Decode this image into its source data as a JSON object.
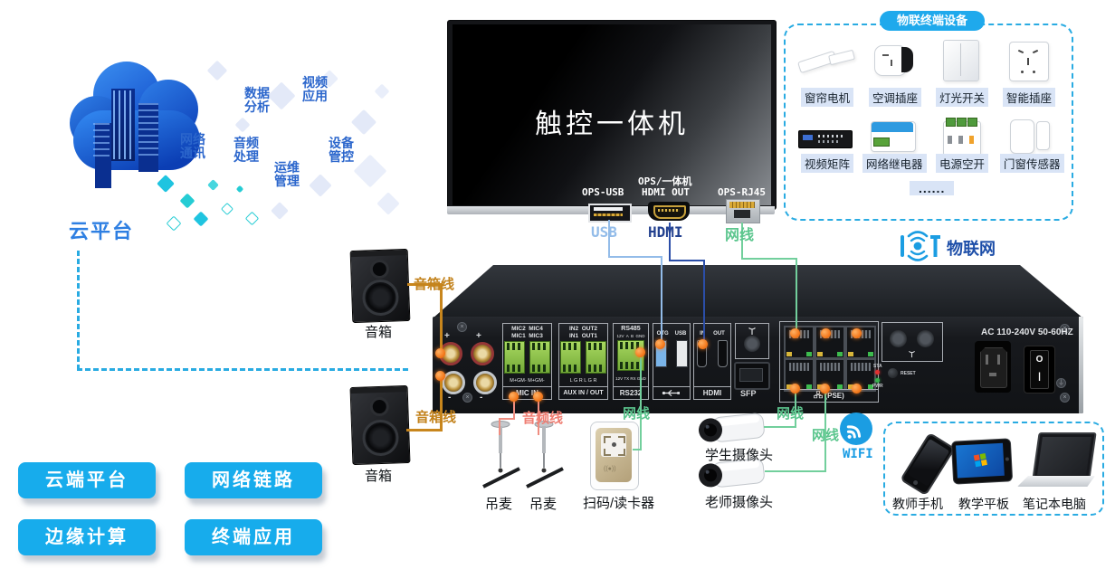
{
  "cloud": {
    "title": "云平台",
    "features": [
      {
        "l1": "数据",
        "l2": "分析"
      },
      {
        "l1": "视频",
        "l2": "应用"
      },
      {
        "l1": "网络",
        "l2": "通讯"
      },
      {
        "l1": "音频",
        "l2": "处理"
      },
      {
        "l1": "运维",
        "l2": "管理"
      },
      {
        "l1": "设备",
        "l2": "管控"
      }
    ]
  },
  "display": {
    "screen_title": "触控一体机",
    "ops_usb": "OPS-USB",
    "ops_hdmi_l1": "OPS/一体机",
    "ops_hdmi_l2": "HDMI OUT",
    "ops_rj45": "OPS-RJ45"
  },
  "cable_labels": {
    "usb": "USB",
    "hdmi": "HDMI",
    "net_display": "网线",
    "speaker_top": "音箱线",
    "speaker_bottom": "音箱线",
    "audio": "音频线",
    "net_scanner": "网线",
    "net_cam_student": "网线",
    "net_cam_teacher": "网线"
  },
  "iot_panel": {
    "title": "物联终端设备",
    "devices": [
      {
        "label": "窗帘电机"
      },
      {
        "label": "空调插座"
      },
      {
        "label": "灯光开关"
      },
      {
        "label": "智能插座"
      },
      {
        "label": "视频矩阵"
      },
      {
        "label": "网络继电器"
      },
      {
        "label": "电源空开"
      },
      {
        "label": "门窗传感器"
      }
    ],
    "more": "......"
  },
  "iot_tag": {
    "text": "物联网"
  },
  "hub": {
    "mic": {
      "row1": "MIC2  MIC4",
      "row2": "MIC1  MIC3",
      "sub1": "M+GM-",
      "sub2": "M+GM-",
      "title": "MIC IN"
    },
    "aux": {
      "row1": "IN2  OUT2",
      "row2": "IN1  OUT1",
      "sub1": "L G R",
      "sub2": "L G R",
      "title": "AUX IN / OUT"
    },
    "rs": {
      "row1": "RS485",
      "row2": "12V  A  B  GND",
      "sub": "12V TX RX GND",
      "title": "RS232"
    },
    "usb": {
      "port1": "OTG",
      "port2": "USB"
    },
    "hdmi": {
      "port1": "IN",
      "port2": "OUT",
      "title": "HDMI"
    },
    "sfp_label": "SFP",
    "pse_label": "(PSE)",
    "status": {
      "sta": "STA",
      "pwr": "PWR",
      "reset": "RESET"
    },
    "power": {
      "rating": "AC 110-240V 50-60HZ",
      "switch_off": "O",
      "switch_on": "|"
    },
    "binding_plus": "+",
    "binding_minus": "-"
  },
  "speakers": [
    {
      "label": "音箱"
    },
    {
      "label": "音箱"
    }
  ],
  "peripherals": {
    "mic1": "吊麦",
    "mic2": "吊麦",
    "scanner": "扫码/读卡器",
    "camera_student": "学生摄像头",
    "camera_teacher": "老师摄像头",
    "wifi": "WIFI"
  },
  "terminal_panel": {
    "devices": [
      {
        "label": "教师手机"
      },
      {
        "label": "教学平板"
      },
      {
        "label": "笔记本电脑"
      }
    ]
  },
  "legend": [
    {
      "label": "云端平台"
    },
    {
      "label": "网络链路"
    },
    {
      "label": "边缘计算"
    },
    {
      "label": "终端应用"
    }
  ],
  "colors": {
    "accent_dashed": "#29abe2",
    "legend_button": "#17acec",
    "green_link": "#5cc68e",
    "orange_link": "#c3831d",
    "salmon_link": "#ef7d72",
    "usb_link": "#93bce9",
    "hdmi_link": "#23418f",
    "iot_blue": "#1b9de2",
    "label_blue": "#2b66cc"
  }
}
